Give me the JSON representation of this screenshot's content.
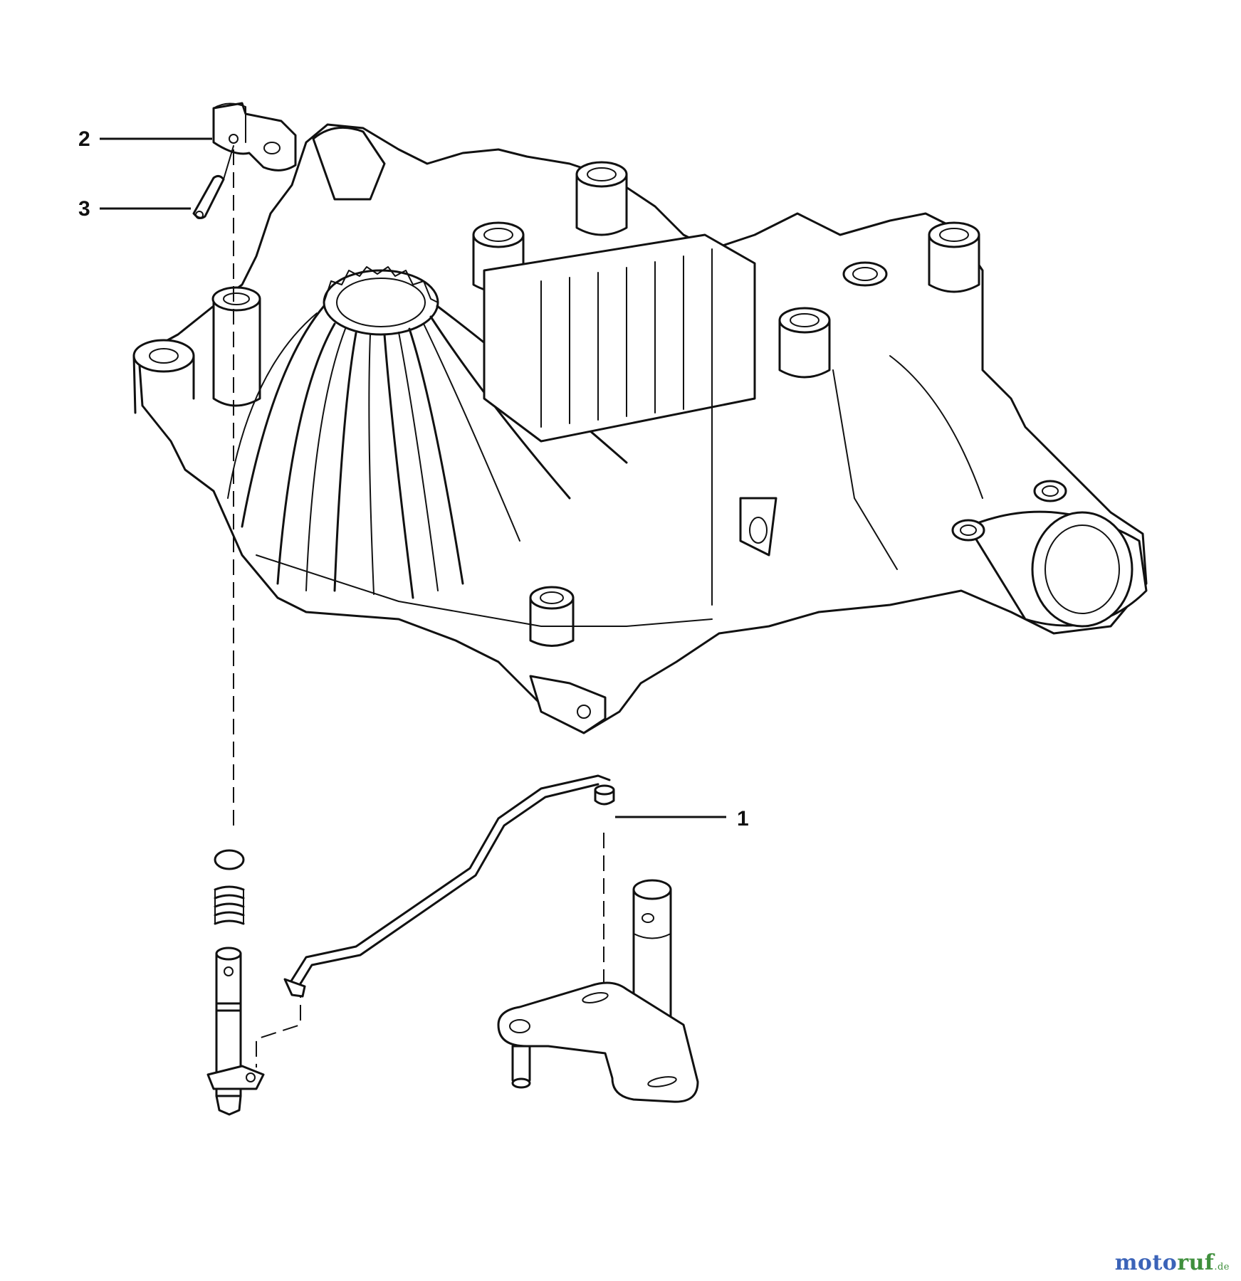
{
  "callouts": [
    {
      "id": "1",
      "label": "1"
    },
    {
      "id": "2",
      "label": "2"
    },
    {
      "id": "3",
      "label": "3"
    }
  ],
  "watermark": {
    "part1": "moto",
    "part2": "ruf",
    "suffix": ".de"
  },
  "colors": {
    "ink": "#111111",
    "background": "#ffffff",
    "watermark_blue": "#3b63b8",
    "watermark_green": "#3f8f3c"
  }
}
